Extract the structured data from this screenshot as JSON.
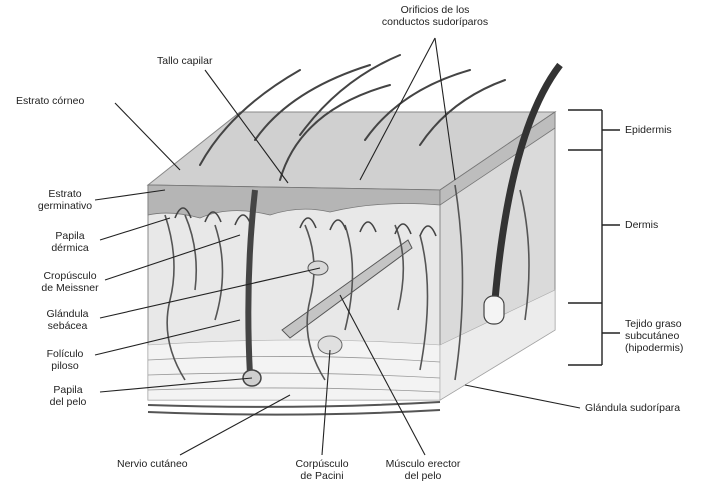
{
  "labels": {
    "orificios_line1": "Orificios de los",
    "orificios_line2": "conductos sudoríparos",
    "tallo_capilar": "Tallo capilar",
    "estrato_corneo": "Estrato córneo",
    "estrato_germinativo_line1": "Estrato",
    "estrato_germinativo_line2": "germinativo",
    "papila_dermica_line1": "Papila",
    "papila_dermica_line2": "dérmica",
    "meissner_line1": "Cropúsculo",
    "meissner_line2": "de Meissner",
    "glandula_sebacea_line1": "Glándula",
    "glandula_sebacea_line2": "sebácea",
    "foliculo_line1": "Folículo",
    "foliculo_line2": "piloso",
    "papila_pelo_line1": "Papila",
    "papila_pelo_line2": "del pelo",
    "nervio_cutaneo": "Nervio cutáneo",
    "pacini_line1": "Corpúsculo",
    "pacini_line2": "de Pacini",
    "musculo_line1": "Músculo erector",
    "musculo_line2": "del pelo",
    "glandula_sudoripara": "Glándula sudorípara",
    "epidermis": "Epidermis",
    "dermis": "Dermis",
    "hipodermis_line1": "Tejido graso",
    "hipodermis_line2": "subcutáneo",
    "hipodermis_line3": "(hipodermis)"
  },
  "colors": {
    "ink": "#2a2a2a",
    "skin_top": "#cfcfcf",
    "skin_front": "#e6e6e6",
    "skin_side": "#d8d8d8",
    "epidermis_band": "#b8b8b8",
    "hair": "#555555",
    "fat": "#f2f2f2"
  }
}
